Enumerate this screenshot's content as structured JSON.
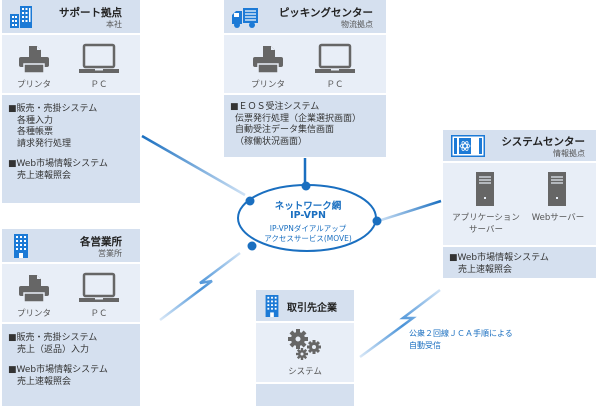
{
  "colors": {
    "accent": "#1a6fc0",
    "box": "#d5e0ef",
    "box_light": "#e8eef7",
    "icon_gray": "#666666",
    "icon_blue": "#1c7ad6"
  },
  "support": {
    "title": "サポート拠点",
    "subtitle": "本社",
    "icon": "buildings-icon",
    "devices": [
      {
        "icon": "printer-icon",
        "label": "プリンタ"
      },
      {
        "icon": "laptop-icon",
        "label": "ＰＣ"
      }
    ],
    "lines": [
      {
        "text": "■販売・売掛システム",
        "indent": false
      },
      {
        "text": "各種入力",
        "indent": true
      },
      {
        "text": "各種帳票",
        "indent": true
      },
      {
        "text": "請求発行処理",
        "indent": true
      },
      {
        "text": "",
        "gap": true
      },
      {
        "text": "■Web市場情報システム",
        "indent": false
      },
      {
        "text": "売上速報照会",
        "indent": true
      }
    ]
  },
  "picking": {
    "title": "ピッキングセンター",
    "subtitle": "物流拠点",
    "icon": "truck-icon",
    "devices": [
      {
        "icon": "printer-icon",
        "label": "プリンタ"
      },
      {
        "icon": "laptop-icon",
        "label": "ＰＣ"
      }
    ],
    "lines": [
      {
        "text": "■ＥＯＳ受注システム",
        "indent": false
      },
      {
        "text": "伝票発行処理（企業選択画面）",
        "indent": true
      },
      {
        "text": "自動受注データ集信画面",
        "indent": true
      },
      {
        "text": "（稼働状況画面）",
        "indent": true
      }
    ]
  },
  "system_center": {
    "title": "システムセンター",
    "subtitle": "情報拠点",
    "icon": "data-center-icon",
    "devices": [
      {
        "icon": "server-icon",
        "label": "アプリケーション\nサーバー",
        "label1": "アプリケーション",
        "label2": "サーバー"
      },
      {
        "icon": "server-icon",
        "label": "Webサーバー"
      }
    ],
    "lines": [
      {
        "text": "■Web市場情報システム",
        "indent": false
      },
      {
        "text": "売上速報照会",
        "indent": true
      }
    ]
  },
  "sales_offices": {
    "title": "各営業所",
    "subtitle": "営業所",
    "icon": "building-icon",
    "devices": [
      {
        "icon": "printer-icon",
        "label": "プリンタ"
      },
      {
        "icon": "laptop-icon",
        "label": "ＰＣ"
      }
    ],
    "lines": [
      {
        "text": "■販売・売掛システム",
        "indent": false
      },
      {
        "text": "売上（返品）入力",
        "indent": true
      },
      {
        "text": "",
        "gap": true
      },
      {
        "text": "■Web市場情報システム",
        "indent": false
      },
      {
        "text": "売上速報照会",
        "indent": true
      }
    ]
  },
  "partner": {
    "title": "取引先企業",
    "icon": "building-icon",
    "device": {
      "icon": "gears-icon",
      "label": "システム"
    }
  },
  "network": {
    "title": "ネットワーク網",
    "subtitle": "IP-VPN",
    "line1": "IP-VPNダイアルアップ",
    "line2": "アクセスサービス(MOVE)"
  },
  "jca_note": {
    "line1": "公衆２回線ＪＣＡ手順による",
    "line2": "自動受信"
  }
}
